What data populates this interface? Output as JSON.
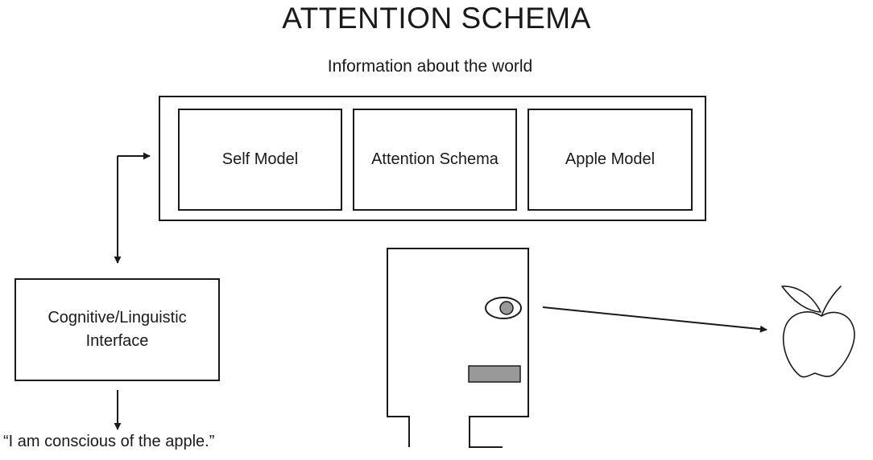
{
  "title": "ATTENTION SCHEMA",
  "subtitle": "Information about the world",
  "models": [
    {
      "label": "Self Model"
    },
    {
      "label": "Attention Schema"
    },
    {
      "label": "Apple Model"
    }
  ],
  "interface": {
    "line1": "Cognitive/Linguistic",
    "line2": "Interface"
  },
  "output_statement": "“I am conscious of the apple.”",
  "colors": {
    "stroke": "#1a1a1a",
    "iris": "#999999",
    "mouth": "#999999"
  }
}
